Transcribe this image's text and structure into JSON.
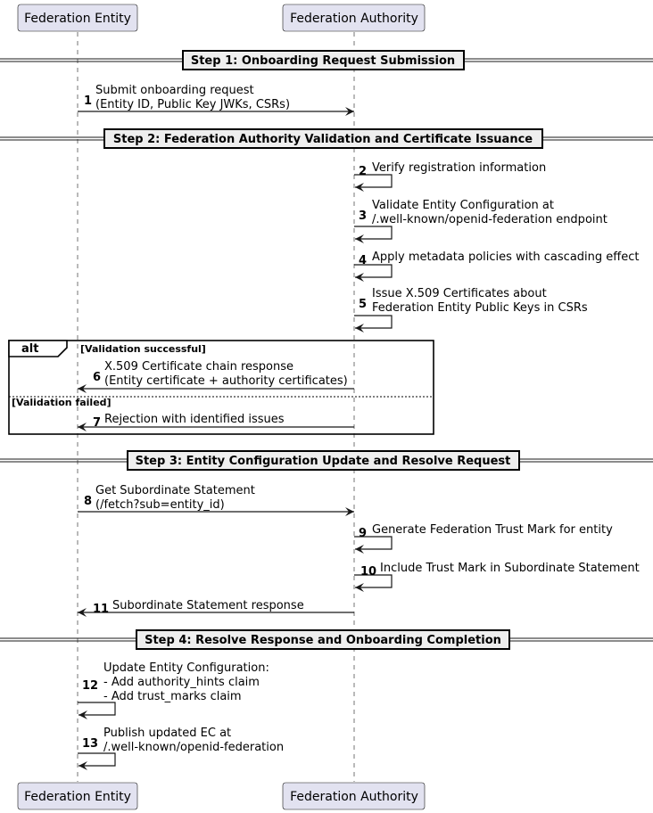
{
  "participants": [
    {
      "id": "fe",
      "label": "Federation Entity"
    },
    {
      "id": "fa",
      "label": "Federation Authority"
    }
  ],
  "dividers": [
    {
      "id": "step1",
      "label": "Step 1: Onboarding Request Submission"
    },
    {
      "id": "step2",
      "label": "Step 2: Federation Authority Validation and Certificate Issuance"
    },
    {
      "id": "step3",
      "label": "Step 3: Entity Configuration Update and Resolve Request"
    },
    {
      "id": "step4",
      "label": "Step 4: Resolve Response and Onboarding Completion"
    }
  ],
  "messages": [
    {
      "n": "1",
      "from": "fe",
      "to": "fa",
      "lines": [
        "Submit onboarding request",
        "(Entity ID, Public Key JWKs, CSRs)"
      ]
    },
    {
      "n": "2",
      "from": "fa",
      "to": "fa",
      "lines": [
        "Verify registration information"
      ]
    },
    {
      "n": "3",
      "from": "fa",
      "to": "fa",
      "lines": [
        "Validate Entity Configuration at",
        "/.well-known/openid-federation endpoint"
      ]
    },
    {
      "n": "4",
      "from": "fa",
      "to": "fa",
      "lines": [
        "Apply metadata policies with cascading effect"
      ]
    },
    {
      "n": "5",
      "from": "fa",
      "to": "fa",
      "lines": [
        "Issue X.509 Certificates about",
        "Federation Entity Public Keys in CSRs"
      ]
    },
    {
      "n": "6",
      "from": "fa",
      "to": "fe",
      "lines": [
        "X.509 Certificate chain response",
        "(Entity certificate + authority certificates)"
      ]
    },
    {
      "n": "7",
      "from": "fa",
      "to": "fe",
      "lines": [
        "Rejection with identified issues"
      ]
    },
    {
      "n": "8",
      "from": "fe",
      "to": "fa",
      "lines": [
        "Get Subordinate Statement",
        "(/fetch?sub=entity_id)"
      ]
    },
    {
      "n": "9",
      "from": "fa",
      "to": "fa",
      "lines": [
        "Generate Federation Trust Mark for entity"
      ]
    },
    {
      "n": "10",
      "from": "fa",
      "to": "fa",
      "lines": [
        "Include Trust Mark in Subordinate Statement"
      ]
    },
    {
      "n": "11",
      "from": "fa",
      "to": "fe",
      "lines": [
        "Subordinate Statement response"
      ]
    },
    {
      "n": "12",
      "from": "fe",
      "to": "fe",
      "lines": [
        "Update Entity Configuration:",
        "- Add authority_hints claim",
        "- Add trust_marks claim"
      ]
    },
    {
      "n": "13",
      "from": "fe",
      "to": "fe",
      "lines": [
        "Publish updated EC at",
        "/.well-known/openid-federation"
      ]
    }
  ],
  "alt_fragment": {
    "keyword": "alt",
    "condition1": "[Validation successful]",
    "condition2": "[Validation failed]"
  },
  "colors": {
    "participant_fill": "#E2E2F0",
    "participant_border": "#181818",
    "divider_fill": "#EEEEEE",
    "line": "#181818"
  }
}
